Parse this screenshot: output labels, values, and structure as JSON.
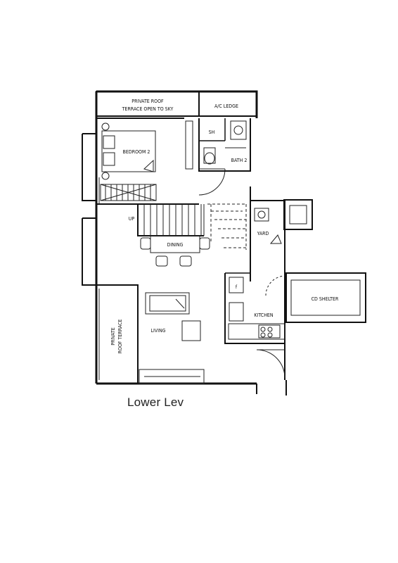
{
  "rooms": {
    "private_roof_terrace_top": [
      "PRIVATE ROOF",
      "TERRACE OPEN TO SKY"
    ],
    "ac_ledge": "A/C LEDGE",
    "sh": "SH",
    "bath2": "BATH 2",
    "bedroom2": "BEDROOM 2",
    "up": "UP",
    "dining": "DINING",
    "yard": "YARD",
    "cd_shelter": "CD SHELTER",
    "kitchen": "KITCHEN",
    "fridge": "f",
    "living": "LIVING",
    "private_roof_terrace_side": [
      "PRIVATE",
      "ROOF TERRACE"
    ]
  },
  "caption": "Lower Lev"
}
